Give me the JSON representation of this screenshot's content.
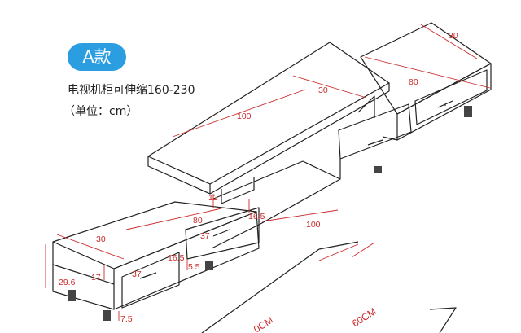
{
  "badge": "A款",
  "title": "电视机柜可伸缩160-230",
  "unit": "（单位：cm）",
  "dimensions": {
    "right_depth": "30",
    "right_width": "80",
    "top_depth": "30",
    "top_width": "100",
    "left_depth": "30",
    "left_width": "80",
    "middle_width": "100",
    "riser_height": "12",
    "mid_height": "16.5",
    "left_drawer_height": "16.5",
    "drawer_width_center": "37",
    "drawer_width_left": "37",
    "cabinet_height": "17",
    "total_height": "29.6",
    "leg_height": "7.5",
    "shelf_gap": "5.5"
  },
  "floor": {
    "width_label": "60CM",
    "length_label": "0CM"
  },
  "colors": {
    "badge": "#2a9ee0",
    "dimension": "#cc2b2b",
    "line": "#222222"
  }
}
